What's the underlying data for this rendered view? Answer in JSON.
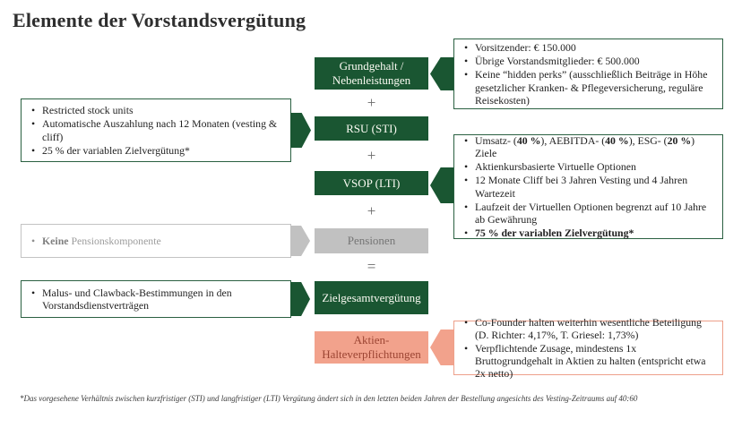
{
  "title": "Elemente der Vorstandsvergütung",
  "colors": {
    "dark_green": "#1A5632",
    "gray_fill": "#C1C1C1",
    "gray_text": "#7F7F7F",
    "salmon_fill": "#F2A28C",
    "salmon_text": "#9C4533",
    "salmon_border": "#EDA08A",
    "green_border": "#2A6041"
  },
  "center": {
    "grundgehalt": {
      "line1": "Grundgehalt /",
      "line2": "Nebenleistungen"
    },
    "rsu": "RSU (STI)",
    "vsop": "VSOP (LTI)",
    "pensionen": "Pensionen",
    "zielgesamt": "Zielgesamtvergütung",
    "aktien": {
      "line1": "Aktien-",
      "line2": "Halteverpflichtungen"
    },
    "plus": "+",
    "equals": "="
  },
  "callouts": {
    "left_rsu": {
      "bullets": [
        [
          {
            "t": "Restricted stock units"
          }
        ],
        [
          {
            "t": "Automatische Auszahlung nach 12 Monaten (vesting & cliff)"
          }
        ],
        [
          {
            "t": "25 % der variablen Zielvergütung*"
          }
        ]
      ]
    },
    "left_pension": {
      "bullets": [
        [
          {
            "t": "Keine",
            "b": true
          },
          {
            "t": " Pensionskomponente"
          }
        ]
      ]
    },
    "left_malus": {
      "bullets": [
        [
          {
            "t": "Malus- und Clawback-Bestimmungen in den Vorstandsdienstverträgen"
          }
        ]
      ]
    },
    "right_grundgehalt": {
      "bullets": [
        [
          {
            "t": "Vorsitzender: € 150.000"
          }
        ],
        [
          {
            "t": "Übrige Vorstandsmitglieder: € 500.000"
          }
        ],
        [
          {
            "t": "Keine “hidden perks” (ausschließlich Beiträge in Höhe gesetzlicher Kranken- & Pflegeversicherung, reguläre Reisekosten)"
          }
        ]
      ]
    },
    "right_vsop": {
      "bullets": [
        [
          {
            "t": "Umsatz- ("
          },
          {
            "t": "40 %",
            "b": true
          },
          {
            "t": "), AEBITDA- ("
          },
          {
            "t": "40 %",
            "b": true
          },
          {
            "t": "), ESG- ("
          },
          {
            "t": "20 %",
            "b": true
          },
          {
            "t": ") Ziele"
          }
        ],
        [
          {
            "t": "Aktienkursbasierte Virtuelle Optionen"
          }
        ],
        [
          {
            "t": "12 Monate Cliff bei 3 Jahren Vesting und 4 Jahren Wartezeit"
          }
        ],
        [
          {
            "t": "Laufzeit der Virtuellen Optionen begrenzt auf 10 Jahre ab Gewährung"
          }
        ],
        [
          {
            "t": "75 % der variablen Zielvergütung*",
            "b": true
          }
        ]
      ]
    },
    "right_aktien": {
      "bullets": [
        [
          {
            "t": "Co-Founder halten weiterhin wesentliche Beteiligung (D. Richter: 4,17%, T. Griesel: 1,73%)"
          }
        ],
        [
          {
            "t": "Verpflichtende Zusage, mindestens 1x Bruttogrundgehalt in Aktien zu halten (entspricht etwa 2x netto)"
          }
        ]
      ]
    }
  },
  "footnote": "*Das vorgesehene Verhältnis zwischen kurzfristiger (STI) und langfristiger (LTI) Vergütung ändert sich in den letzten beiden Jahren der Bestellung angesichts des Vesting-Zeitraums auf 40:60"
}
